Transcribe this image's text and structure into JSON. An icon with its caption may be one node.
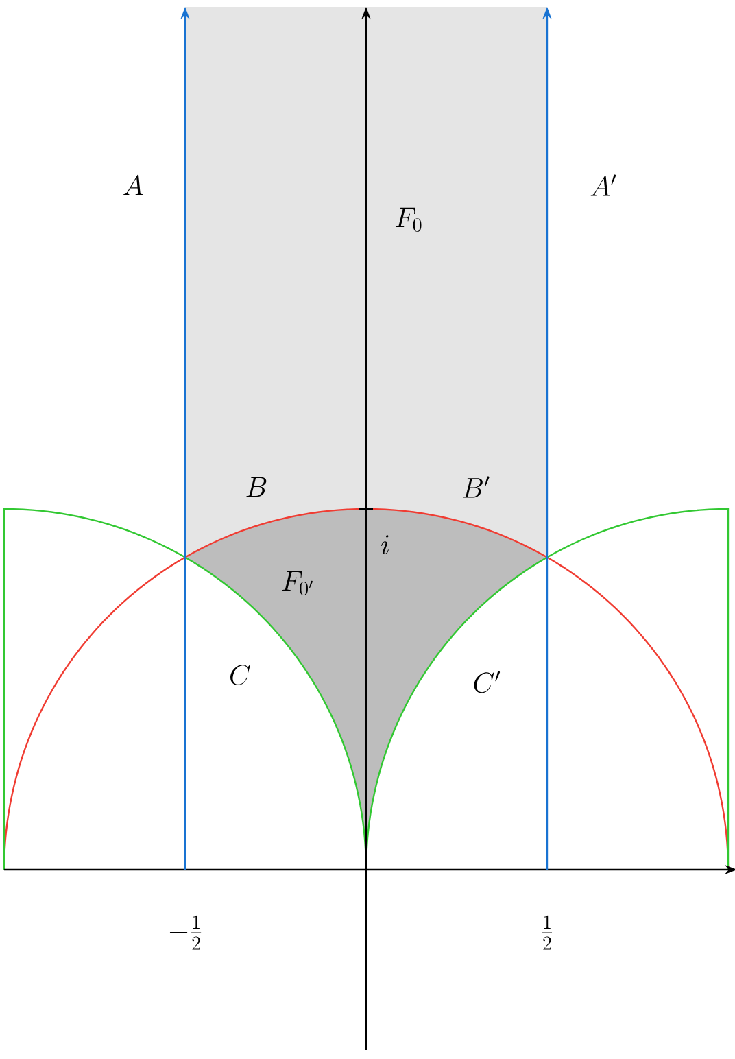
{
  "diagram": {
    "labels": [
      "A",
      "F_0",
      "A'",
      "B",
      "B'",
      "i",
      "F_{0'}",
      "C",
      "C'",
      "-\\frac{1}{2}",
      "\\frac{1}{2}"
    ]
  }
}
